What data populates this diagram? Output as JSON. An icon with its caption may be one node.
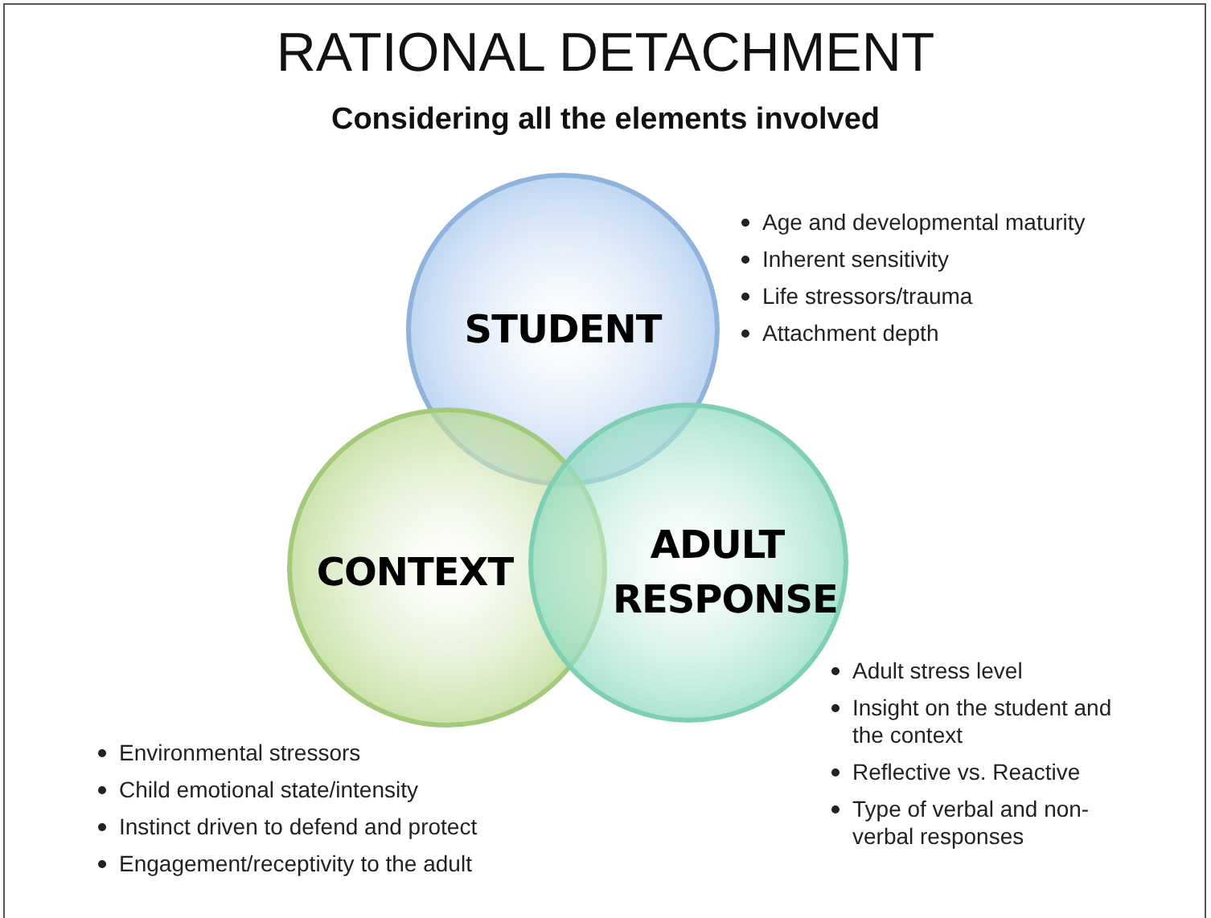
{
  "diagram": {
    "title": "RATIONAL DETACHMENT",
    "nodes": [
      {
        "text": [
          "STUDENT"
        ],
        "beside": [
          "Age and developmental maturity",
          "Inherent sensitivity",
          "Life stressors/trauma",
          "Attachment depth"
        ]
      },
      {
        "text": [
          "CONTEXT"
        ],
        "beside": [
          "Environmental stressors",
          "Child emotional state/intensity",
          "Instinct driven to defend and protect",
          "Engagement/receptivity to the adult"
        ]
      },
      {
        "text": [
          "ADULT RESPONSE"
        ],
        "beside": [
          "Adult stress level",
          "Insight on the student and the context",
          "Reflective vs. Reactive",
          "Type of verbal and non-verbal responses"
        ]
      }
    ],
    "labels": [
      "Considering all the elements involved"
    ]
  }
}
